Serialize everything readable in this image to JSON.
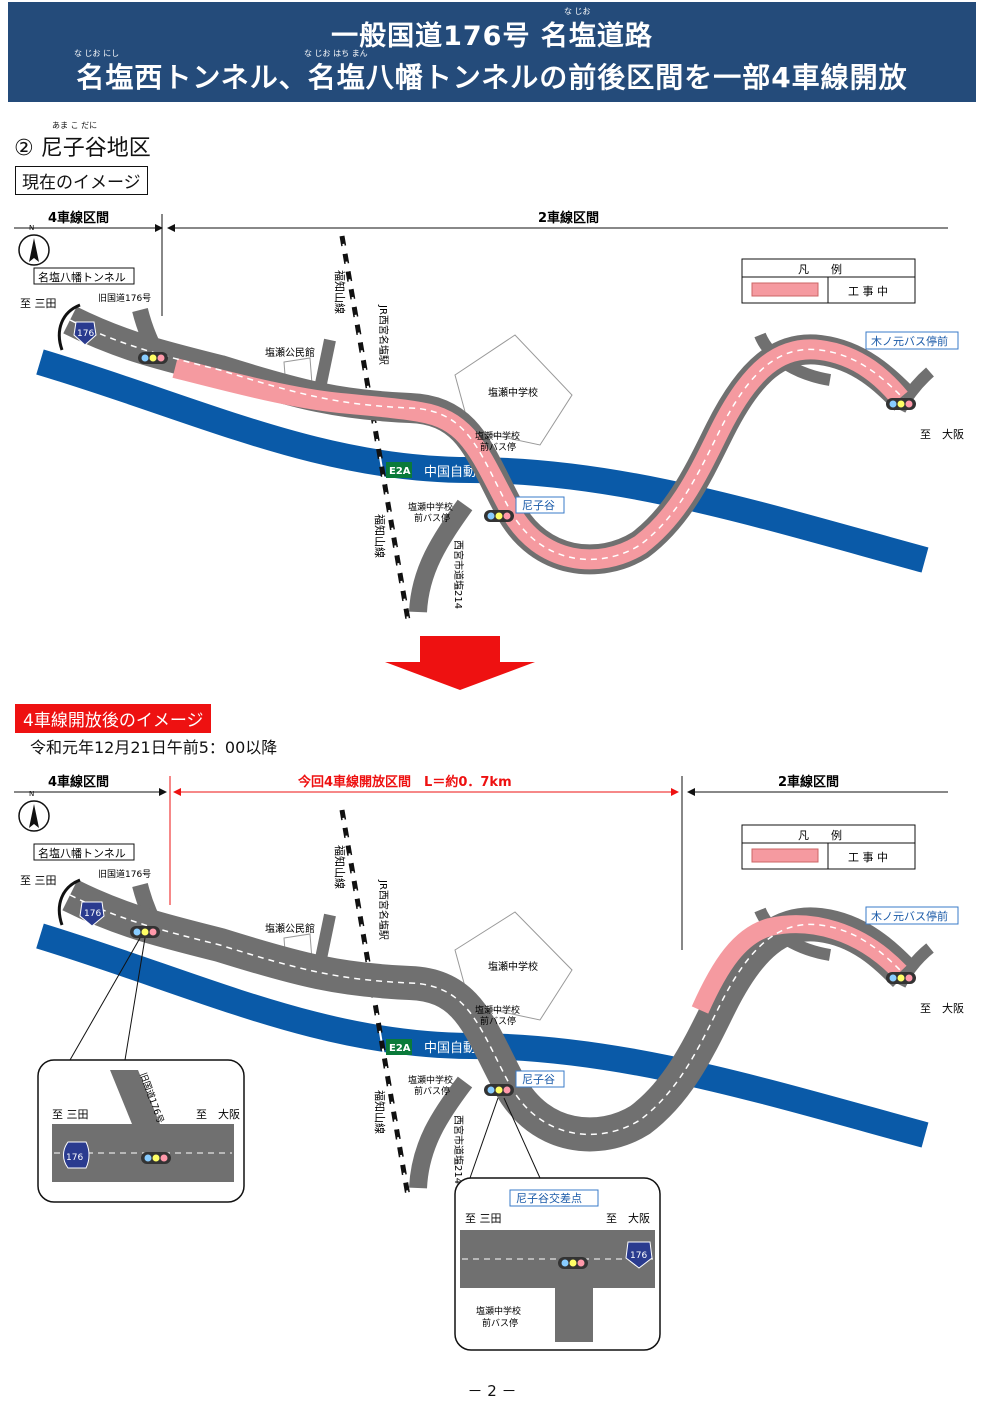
{
  "header": {
    "title_line1": "一般国道176号 名塩道路",
    "title_line2": "名塩西トンネル、名塩八幡トンネルの前後区間を一部4車線開放",
    "ruby_najio_1": "な じお",
    "ruby_nishi": "な じお にし",
    "ruby_hachiman": "な じお はち まん"
  },
  "section": {
    "title": "② 尼子谷地区",
    "ruby": "あま こ だに"
  },
  "current": {
    "label": "現在のイメージ",
    "four_lane": "4車線区間",
    "two_lane": "2車線区間"
  },
  "after": {
    "label": "4車線開放後のイメージ",
    "date": "令和元年12月21日午前5：00以降",
    "four_lane": "4車線区間",
    "open_section": "今回4車線開放区間　L＝約0．7km",
    "two_lane": "2車線区間"
  },
  "legend": {
    "title": "凡　　例",
    "construction": "工 事 中"
  },
  "map_labels": {
    "north": "N",
    "tunnel": "名塩八幡トンネル",
    "to_sanda": "至 三田",
    "to_osaka": "至　大阪",
    "old_route": "旧国道176号",
    "route_num": "176",
    "fukuchiyama": "福知山線",
    "jr_station": "JR西宮名塩駅",
    "community_hall": "塩瀬公民館",
    "school": "塩瀬中学校",
    "bus_stop_school_1": "塩瀬中学校",
    "bus_stop_school_2": "前バス停",
    "expressway_code": "E2A",
    "expressway": "中国自動車道",
    "amakodani": "尼子谷",
    "kinomoto": "木ノ元バス停前",
    "city_road": "西宮市道塩214",
    "inset_old_route": "旧国道176号",
    "inset_intersection": "尼子谷交差点"
  },
  "colors": {
    "banner": "#244b7a",
    "road": "#707070",
    "river": "#0a5aa8",
    "construction": "#f59aa0",
    "red": "#e11111"
  },
  "footer": {
    "page": "－ 2 －"
  }
}
